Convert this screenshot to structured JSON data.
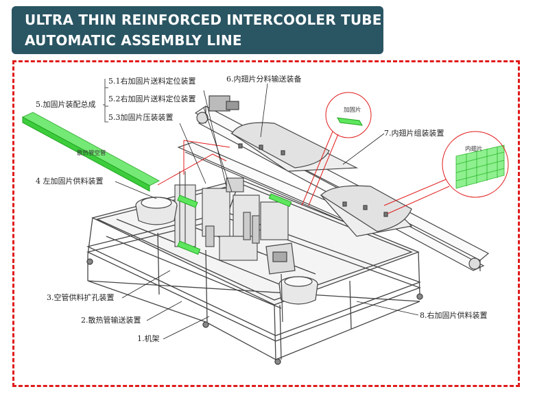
{
  "title": {
    "line1": "ULTRA THIN REINFORCED INTERCOOLER TUBE",
    "line2": "AUTOMATIC ASSEMBLY LINE"
  },
  "labels": {
    "l51": "5.1右加固片送料定位装置",
    "l52": "5.2右加固片送料定位装置",
    "l53": "5.3加固片压装装置",
    "l5": "5.加固片装配总成",
    "l6": "6.内翅片分料输送装备",
    "l7": "7.内翅片组装装置",
    "l4": "4 左加固片供料装置",
    "l3": "3.空管供料扩孔装置",
    "l2": "2.散热管输送装置",
    "l1": "1.机架",
    "l8": "8.右加固片供料装置",
    "tube": "散热管空管",
    "reinforce": "加固片",
    "fin": "内翅片"
  },
  "colors": {
    "banner": "#2a5563",
    "frame": "#e01b1b",
    "green": "#3ddc3d",
    "callout": "#e01b1b",
    "machine": "#444444"
  }
}
